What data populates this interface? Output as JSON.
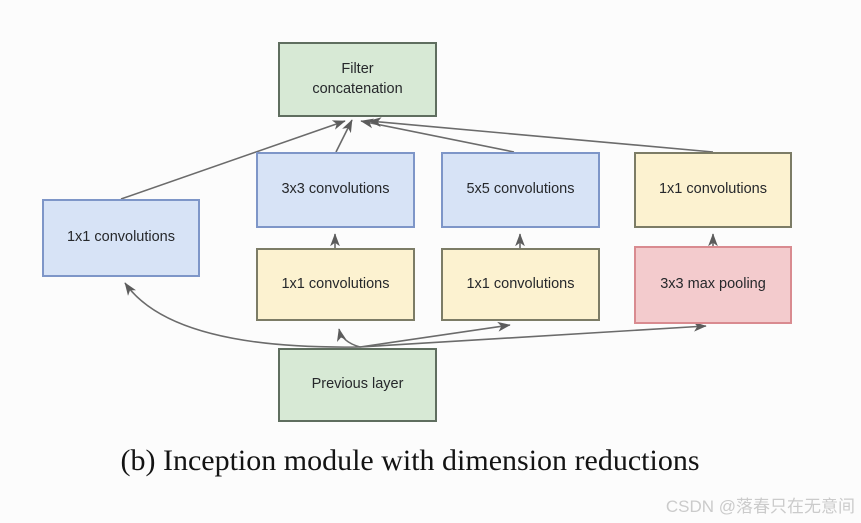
{
  "diagram": {
    "title": "Inception module with dimension reductions",
    "nodes": {
      "filter_concat": {
        "label": "Filter concatenation",
        "color": "#d7e9d5"
      },
      "conv1_left": {
        "label": "1x1 convolutions",
        "color": "#d7e3f6"
      },
      "conv3": {
        "label": "3x3 convolutions",
        "color": "#d7e3f6"
      },
      "conv5": {
        "label": "5x5 convolutions",
        "color": "#d7e3f6"
      },
      "conv1_right": {
        "label": "1x1 convolutions",
        "color": "#fcf2d0"
      },
      "conv1_mid1": {
        "label": "1x1 convolutions",
        "color": "#fcf2d0"
      },
      "conv1_mid2": {
        "label": "1x1 convolutions",
        "color": "#fcf2d0"
      },
      "maxpool": {
        "label": "3x3 max pooling",
        "color": "#f3cbcd"
      },
      "previous": {
        "label": "Previous layer",
        "color": "#d7e9d5"
      }
    },
    "edges": [
      {
        "from": "previous",
        "to": "conv1_left"
      },
      {
        "from": "previous",
        "to": "conv1_mid1"
      },
      {
        "from": "previous",
        "to": "conv1_mid2"
      },
      {
        "from": "previous",
        "to": "maxpool"
      },
      {
        "from": "conv1_mid1",
        "to": "conv3"
      },
      {
        "from": "conv1_mid2",
        "to": "conv5"
      },
      {
        "from": "maxpool",
        "to": "conv1_right"
      },
      {
        "from": "conv1_left",
        "to": "filter_concat"
      },
      {
        "from": "conv3",
        "to": "filter_concat"
      },
      {
        "from": "conv5",
        "to": "filter_concat"
      },
      {
        "from": "conv1_right",
        "to": "filter_concat"
      }
    ],
    "palette": {
      "green_fill": "#d7e9d5",
      "green_border": "#5f6e5f",
      "blue_fill": "#d7e3f6",
      "blue_border": "#7e96c8",
      "yellow_fill": "#fcf2d0",
      "yellow_border": "#7c7c66",
      "pink_fill": "#f3cbcd",
      "pink_border": "#d98b90",
      "arrow": "#6b6b6b",
      "caption_text": "#131313",
      "watermark_text": "#cbcbcb"
    },
    "caption": "(b) Inception module with dimension reductions",
    "watermark": "CSDN @落春只在无意间"
  }
}
